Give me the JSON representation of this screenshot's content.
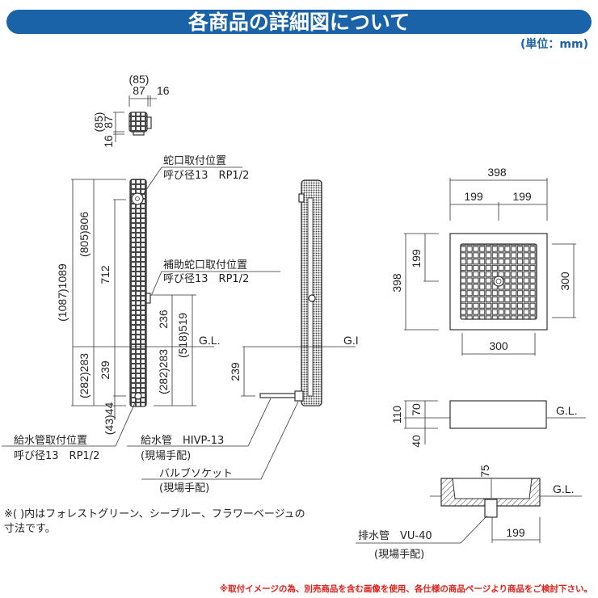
{
  "header": {
    "title": "各商品の詳細図について",
    "unit": "(単位：mm)",
    "accent_color": "#1b63a8"
  },
  "top_view": {
    "w_paren": "(85)",
    "w": "87",
    "knob": "16",
    "h_paren": "(85)",
    "h": "87",
    "h_knob": "16"
  },
  "front_view": {
    "dim_total": "(1087)1089",
    "dim_806": "(805)806",
    "dim_712": "712",
    "dim_283_left": "(282)283",
    "dim_239": "239",
    "dim_44": "(43)44",
    "dim_236": "236",
    "dim_519": "(518)519",
    "dim_283_right": "(282)283",
    "gl": "G.L.",
    "faucet_label": "蛇口取付位置",
    "faucet_spec": "呼び径13　RP1/2",
    "sub_faucet_label": "補助蛇口取付位置",
    "sub_faucet_spec": "呼び径13　RP1/2",
    "supply_label": "給水管取付位置",
    "supply_spec": "呼び径13　RP1/2"
  },
  "side_view": {
    "gl": "G.I",
    "dim_239": "239",
    "pipe_label": "給水管　HIVP-13",
    "pipe_note": "(現場手配)",
    "socket_label": "バルブソケット",
    "socket_note": "(現場手配)"
  },
  "plan_view": {
    "top_total": "398",
    "top_half_left": "199",
    "top_half_right": "199",
    "left_total": "398",
    "left_half": "199",
    "right_inner": "300",
    "bottom_inner": "300"
  },
  "elevation": {
    "h_total": "110",
    "h_above": "70",
    "h_below": "40",
    "gl": "G.L."
  },
  "section": {
    "depth": "75",
    "gl": "G.L.",
    "offset": "199",
    "drain_label": "排水管　VU-40",
    "drain_note": "(現場手配)"
  },
  "notes": {
    "color_note_1": "※( )内はフォレストグリーン、シーブルー、フラワーベージュの",
    "color_note_2": "寸法です。",
    "footer": "※取付イメージの為、別売商品を含む画像を使用、各仕様の商品ページより商品をご検討下さい。",
    "footer_color": "#e0201a"
  }
}
